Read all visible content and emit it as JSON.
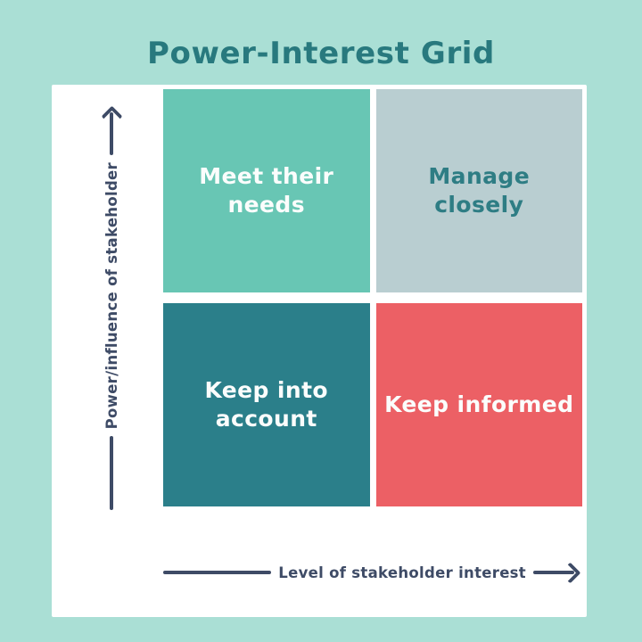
{
  "title": "Power-Interest Grid",
  "colors": {
    "page_background": "#aadfd5",
    "card_background": "#ffffff",
    "title_text": "#28797e",
    "axis": "#3e4b66"
  },
  "y_axis": {
    "label": "Power/influence of stakeholder",
    "arrow_icon": "arrow-up-icon"
  },
  "x_axis": {
    "label": "Level of stakeholder interest",
    "arrow_icon": "arrow-right-icon"
  },
  "quadrants": [
    {
      "position": "top-left",
      "label": "Meet their\nneeds",
      "background": "#68c6b4",
      "text_color": "#fbfdfc"
    },
    {
      "position": "top-right",
      "label": "Manage\nclosely",
      "background": "#b9ced1",
      "text_color": "#2e7d84"
    },
    {
      "position": "bottom-left",
      "label": "Keep into\naccount",
      "background": "#2b7f8a",
      "text_color": "#fbfdfc"
    },
    {
      "position": "bottom-right",
      "label": "Keep informed",
      "background": "#ec6065",
      "text_color": "#fbfdfc"
    }
  ]
}
